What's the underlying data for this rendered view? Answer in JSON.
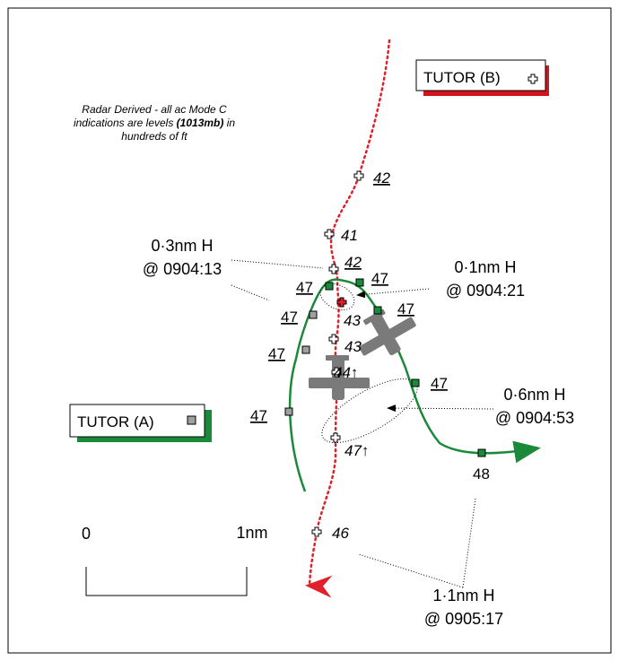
{
  "note": {
    "line1": "Radar Derived - all ac Mode C",
    "line2_pre": "indications are levels ",
    "line2_bold": "(1013mb)",
    "line2_post": " in",
    "line3": "hundreds of ft"
  },
  "legend": {
    "tutor_b": "TUTOR (B)",
    "tutor_a": "TUTOR (A)"
  },
  "scale": {
    "start": "0",
    "end": "1nm"
  },
  "tutor_b_levels": [
    "42",
    "41",
    "42",
    "43",
    "43",
    "44↑",
    "47↑",
    "46"
  ],
  "tutor_a_levels": [
    "47",
    "47",
    "47",
    "47",
    "47",
    "47",
    "47",
    "48"
  ],
  "separation_callouts": [
    {
      "distance": "0·3nm H",
      "time": "@ 0904:13"
    },
    {
      "distance": "0·1nm H",
      "time": "@ 0904:21"
    },
    {
      "distance": "0·6nm H",
      "time": "@ 0904:53"
    },
    {
      "distance": "1·1nm H",
      "time": "@ 0905:17"
    }
  ],
  "colors": {
    "tutor_a_track": "#1a8a3a",
    "tutor_b_track": "#e0202a",
    "aircraft": "#7a7a7a",
    "legend_shadow_b": "#d4141c",
    "legend_shadow_a": "#1a8a3a"
  }
}
